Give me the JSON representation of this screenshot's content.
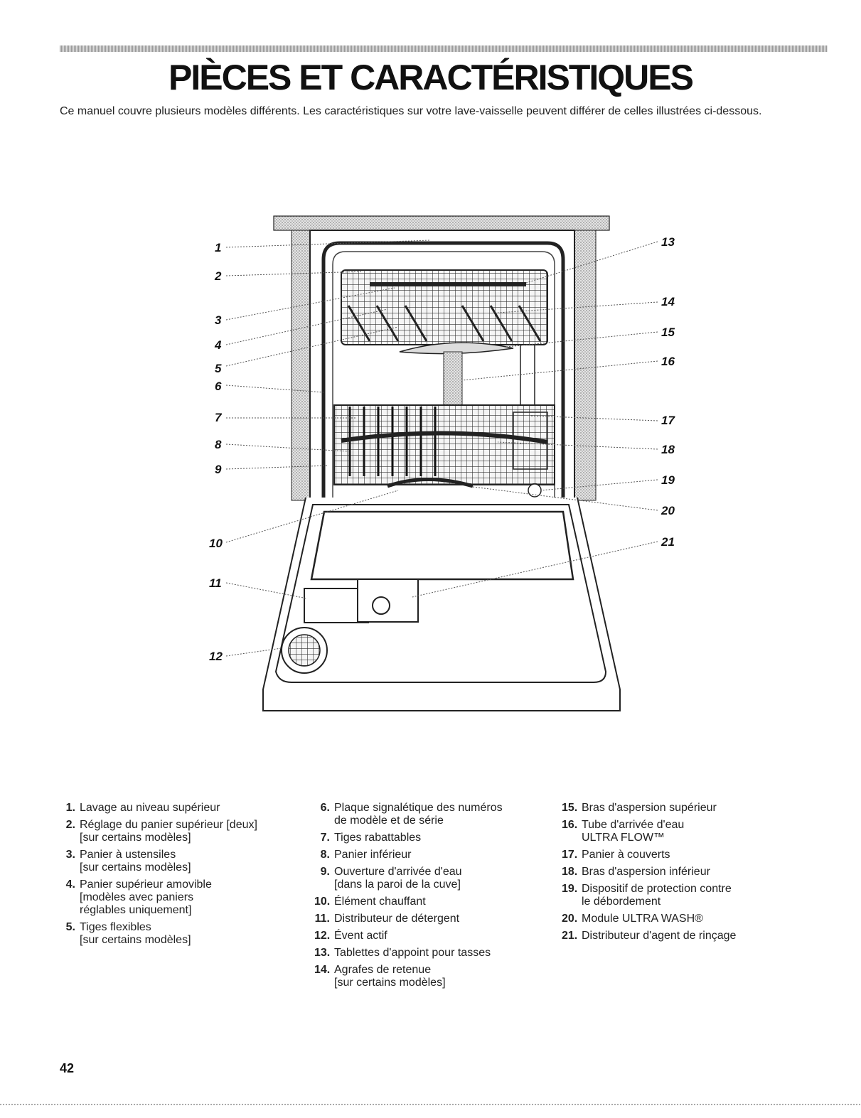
{
  "page": {
    "title": "PIÈCES ET CARACTÉRISTIQUES",
    "intro": "Ce manuel couvre plusieurs modèles différents. Les caractéristiques sur votre lave-vaisselle peuvent différer de celles illustrées ci-dessous.",
    "page_number": "42"
  },
  "diagram": {
    "callouts_left": [
      "1",
      "2",
      "3",
      "4",
      "5",
      "6",
      "7",
      "8",
      "9",
      "10",
      "11",
      "12"
    ],
    "callouts_right": [
      "13",
      "14",
      "15",
      "16",
      "17",
      "18",
      "19",
      "20",
      "21"
    ]
  },
  "legend": {
    "col1": [
      {
        "num": "1.",
        "text": "Lavage au niveau supérieur"
      },
      {
        "num": "2.",
        "text": "Réglage du panier supérieur [deux]\n[sur certains modèles]"
      },
      {
        "num": "3.",
        "text": "Panier à ustensiles\n[sur certains modèles]"
      },
      {
        "num": "4.",
        "text": "Panier supérieur amovible\n[modèles avec paniers\nréglables uniquement]"
      },
      {
        "num": "5.",
        "text": "Tiges flexibles\n[sur certains modèles]"
      }
    ],
    "col2": [
      {
        "num": "6.",
        "text": "Plaque signalétique des numéros\nde modèle et de série"
      },
      {
        "num": "7.",
        "text": "Tiges rabattables"
      },
      {
        "num": "8.",
        "text": "Panier inférieur"
      },
      {
        "num": "9.",
        "text": "Ouverture d'arrivée d'eau\n[dans la paroi de la cuve]"
      },
      {
        "num": "10.",
        "text": "Élément chauffant"
      },
      {
        "num": "11.",
        "text": "Distributeur de détergent"
      },
      {
        "num": "12.",
        "text": "Évent actif"
      },
      {
        "num": "13.",
        "text": "Tablettes d'appoint pour tasses"
      },
      {
        "num": "14.",
        "text": "Agrafes de retenue\n[sur certains modèles]"
      }
    ],
    "col3": [
      {
        "num": "15.",
        "text": "Bras d'aspersion supérieur"
      },
      {
        "num": "16.",
        "text": "Tube d'arrivée d'eau\nULTRA FLOW™"
      },
      {
        "num": "17.",
        "text": "Panier à couverts"
      },
      {
        "num": "18.",
        "text": "Bras d'aspersion inférieur"
      },
      {
        "num": "19.",
        "text": "Dispositif de protection contre\nle débordement"
      },
      {
        "num": "20.",
        "text": "Module ULTRA WASH®"
      },
      {
        "num": "21.",
        "text": "Distributeur d'agent de rinçage"
      }
    ]
  }
}
